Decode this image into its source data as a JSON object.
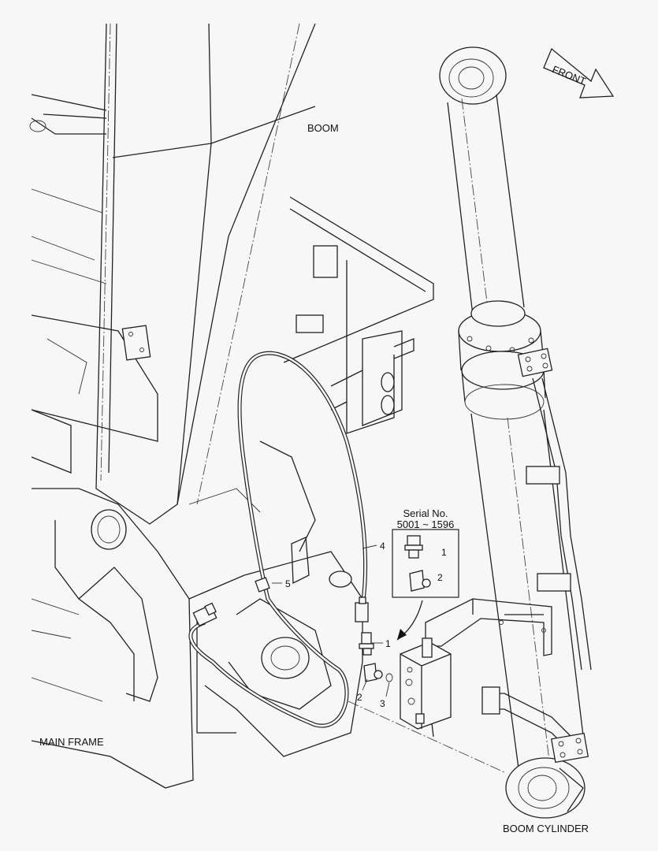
{
  "labels": {
    "boom": "BOOM",
    "main_frame": "MAIN FRAME",
    "boom_cylinder": "BOOM CYLINDER",
    "front": "FRONT"
  },
  "inset": {
    "serial_title": "Serial No.",
    "serial_range": "5001 ~ 1596",
    "callout_1": "1",
    "callout_2": "2"
  },
  "callouts": {
    "c1": "1",
    "c2": "2",
    "c3": "3",
    "c4": "4",
    "c5": "5"
  }
}
